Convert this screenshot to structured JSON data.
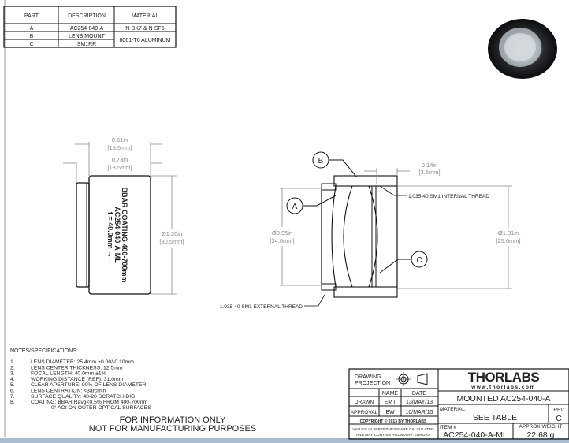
{
  "parts_table": {
    "headers": [
      "PART",
      "DESCRIPTION",
      "MATERIAL"
    ],
    "rows": [
      {
        "part": "A",
        "description": "AC254-040-A",
        "material": "N-BK7 & N-SF5"
      },
      {
        "part": "B",
        "description": "LENS MOUNT",
        "material": "6061-T6 ALUMINUM"
      },
      {
        "part": "C",
        "description": "SM1RR",
        "material": "6061-T6 ALUMINUM"
      }
    ]
  },
  "side_view": {
    "dim_top1": "0.61in",
    "dim_top1_mm": "[15.5mm]",
    "dim_top2": "0.73in",
    "dim_top2_mm": "[18.5mm]",
    "dim_dia": "Ø1.20in",
    "dim_dia_mm": "[30.5mm]",
    "engraving": [
      "AC254-040-A-ML",
      "BBAR COATING 400-700mm",
      "f = 40.0mm →"
    ]
  },
  "section_view": {
    "callouts": [
      "A",
      "B",
      "C"
    ],
    "dim_top": "0.14in",
    "dim_top_mm": "[3.6mm]",
    "dim_left": "Ø0.95in",
    "dim_left_mm": "[24.0mm]",
    "dim_right": "Ø1.01in",
    "dim_right_mm": "[25.6mm]",
    "internal_thread": "1.035-40 SM1 INTERNAL THREAD",
    "external_thread": "1.035-40 SM1 EXTERNAL THREAD"
  },
  "notes": {
    "title": "NOTES/SPECIFICATIONS:",
    "items": [
      {
        "num": "1.",
        "text": "LENS DIAMETER: 25.4mm +0.00/-0.10mm"
      },
      {
        "num": "2.",
        "text": "LENS CENTER THICKNESS: 12.5mm"
      },
      {
        "num": "3.",
        "text": "FOCAL LENGTH: 40.0mm ±1%"
      },
      {
        "num": "4.",
        "text": "WORKING DISTANCE (REF): 31.0mm"
      },
      {
        "num": "5.",
        "text": "CLEAR APERTURE: 90% OF LENS DIAMETER"
      },
      {
        "num": "6.",
        "text": "LENS CENTRATION: <3arcmin"
      },
      {
        "num": "7.",
        "text": "SURFACE QUALITY: 40-20 SCRATCH-DIG"
      },
      {
        "num": "8.",
        "text": "COATING: BBAR Ravg<0.5% FROM  400-700nm"
      }
    ],
    "item8_cont": "0° AOI ON OUTER OPTICAL SURFACES",
    "disclaimer1": "FOR INFORMATION ONLY",
    "disclaimer2": "NOT FOR MANUFACTURING PURPOSES"
  },
  "title_block": {
    "projection_label1": "DRAWING",
    "projection_label2": "PROJECTION",
    "name_header": "NAME",
    "date_header": "DATE",
    "drawn_label": "DRAWN",
    "drawn_name": "EMT",
    "drawn_date": "13/MAY/13",
    "approval_label": "APPROVAL",
    "approval_name": "BW",
    "approval_date": "10/MAR/15",
    "copyright": "COPYRIGHT © 2013 BY THORLABS",
    "values_note1": "VALUES IN PARENTHESIS ARE CALCULATED",
    "values_note2": "AND MAY CONTAIN ROUNDOFF ERRORS",
    "logo_text": "THORLABS",
    "website": "www.thorlabs.com",
    "title": "MOUNTED AC254-040-A",
    "material_label": "MATERIAL",
    "material": "SEE TABLE",
    "rev_label": "REV",
    "rev": "C",
    "item_label": "ITEM #",
    "item": "AC254-040-A-ML",
    "weight_label": "APPROX WEIGHT",
    "weight": "22.68 g"
  }
}
